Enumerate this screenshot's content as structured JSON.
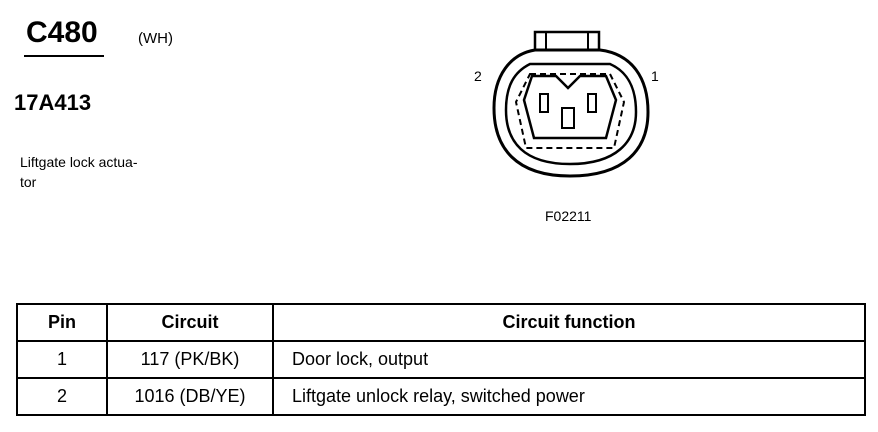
{
  "connector": {
    "id": "C480",
    "color_code": "(WH)",
    "part_number": "17A413",
    "description_line1": "Liftgate lock actua-",
    "description_line2": "tor",
    "pin_left_label": "2",
    "pin_right_label": "1",
    "figure_code": "F02211"
  },
  "table": {
    "headers": [
      "Pin",
      "Circuit",
      "Circuit function"
    ],
    "rows": [
      [
        "1",
        "117 (PK/BK)",
        "Door lock, output"
      ],
      [
        "2",
        "1016 (DB/YE)",
        "Liftgate unlock relay, switched power"
      ]
    ]
  }
}
